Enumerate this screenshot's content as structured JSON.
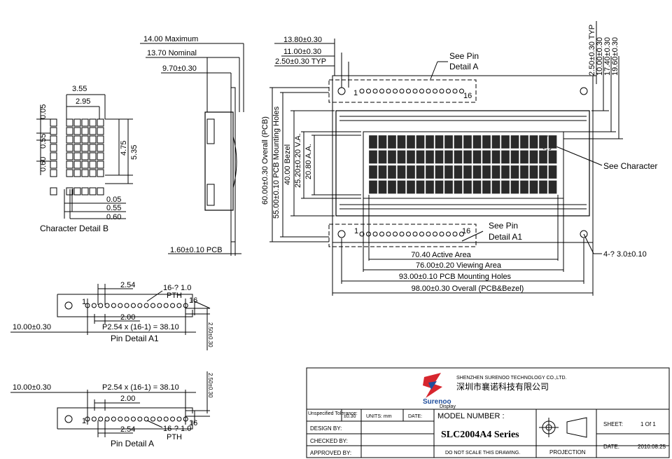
{
  "side_view": {
    "max_thickness": "14.00 Maximum",
    "nominal_thickness": "13.70 Nominal",
    "bezel_thickness": "9.70±0.30",
    "pcb_thickness": "1.60±0.10 PCB"
  },
  "front_view": {
    "dim_13_80": "13.80±0.30",
    "dim_11_00": "11.00±0.30",
    "dim_2_50_typ": "2.50±0.30 TYP",
    "see_pin_detail_a_line1": "See Pin",
    "see_pin_detail_a_line2": "Detail A",
    "see_pin_detail_a1_line1": "See Pin",
    "see_pin_detail_a1_line2": "Detail A1",
    "see_character": "See Character",
    "pin_first": "1",
    "pin_last": "16",
    "v_dim_60": "60.00±0.30 Overall (PCB)",
    "v_dim_55": "55.00±0.10 PCB Mounting Holes",
    "v_dim_40": "40.00 Bezel",
    "v_dim_25": "25.20±0.20 V.A.",
    "v_dim_20": "20.80 A.A.",
    "r_dim_2_50": "2.50±0.30 TYP",
    "r_dim_10_00": "10.00±0.30",
    "r_dim_17_40": "17.40±0.30",
    "r_dim_19_60": "19.60±0.30",
    "h_dim_70": "70.40 Active Area",
    "h_dim_76": "76.00±0.20 Viewing Area",
    "h_dim_93": "93.00±0.10 PCB Mounting Holes",
    "h_dim_98": "98.00±0.30 Overall (PCB&Bezel)",
    "holes": "4-? 3.0±0.10"
  },
  "char_detail": {
    "title": "Character Detail B",
    "dim_3_55": "3.55",
    "dim_2_95": "2.95",
    "dim_0_05": "0.05",
    "dim_0_55": "0.55",
    "dim_0_60": "0.60",
    "dim_4_75": "4.75",
    "dim_5_35": "5.35",
    "b_dim_0_05": "0.05",
    "b_dim_0_55": "0.55",
    "b_dim_0_60": "0.60"
  },
  "pin_a1": {
    "title": "Pin Detail A1",
    "dim_2_54": "2.54",
    "holes": "16-? 1.0",
    "pth": "PTH",
    "pin_first": "1",
    "pin_last": "16",
    "dim_2_00": "2.00",
    "left_dim": "10.00±0.30",
    "pitch": "P2.54 x (16-1) = 38.10",
    "right_dim": "2.50±0.30"
  },
  "pin_a": {
    "title": "Pin Detail A",
    "left_dim": "10.00±0.30",
    "pitch": "P2.54 x (16-1) = 38.10",
    "right_dim": "2.50±0.30",
    "dim_2_00": "2.00",
    "dim_2_54": "2.54",
    "holes": "16-? 1.0",
    "pth": "PTH",
    "pin_first": "1",
    "pin_last": "16"
  },
  "title_block": {
    "company_en": "SHENZHEN SURENOO TECHNOLOGY CO.,LTD.",
    "company_cn": "深圳市襄诺科技有限公司",
    "logo_name": "Surenoo",
    "logo_sub": "Display",
    "tolerance_label": "Unspecified Tolerance:",
    "tolerance_value": "±0.30",
    "units": "UNITS: mm",
    "date_label": "DATE:",
    "model_label": "MODEL NUMBER :",
    "model_value": "SLC2004A4 Series",
    "no_scale": "DO NOT SCALE THIS DRAWING.",
    "design": "DESIGN    BY:",
    "checked": "CHECKED   BY:",
    "approved": "APPROVED BY:",
    "projection": "PROJECTION",
    "sheet_label": "SHEET:",
    "sheet_value": "1  Of  1",
    "date2_label": "DATE:",
    "date2_value": "2010.08.25",
    "logo_color": "#d7262e",
    "logo_color2": "#1f4e9c"
  }
}
